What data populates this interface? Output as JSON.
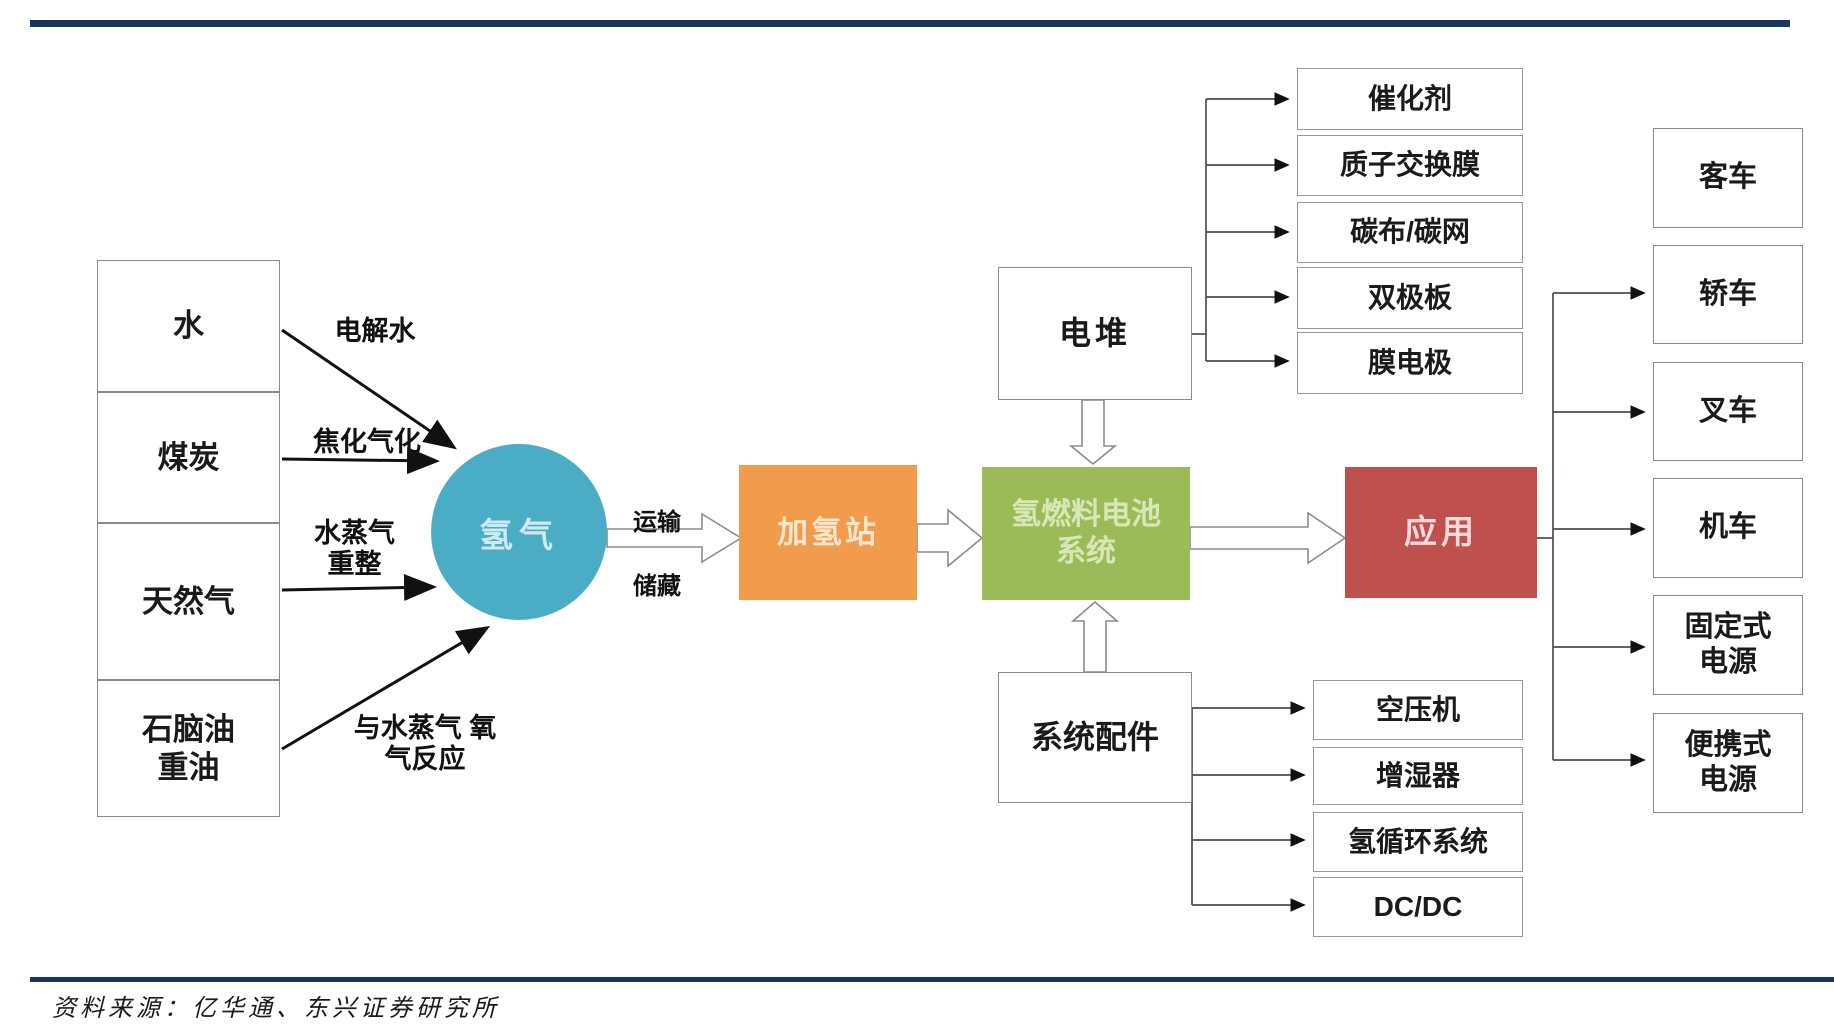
{
  "sources": [
    {
      "label": "水"
    },
    {
      "label": "煤炭"
    },
    {
      "label": "天然气"
    },
    {
      "label": "石脑油\n重油"
    }
  ],
  "process_labels": [
    {
      "label": "电解水"
    },
    {
      "label": "焦化气化"
    },
    {
      "label": "水蒸气\n重整"
    },
    {
      "label": "与水蒸气 氧\n气反应"
    }
  ],
  "hydrogen": {
    "label": "氢气"
  },
  "transport_labels": [
    {
      "label": "运输"
    },
    {
      "label": "储藏"
    }
  ],
  "station": {
    "label": "加氢站"
  },
  "fuel_cell_system": {
    "label": "氢燃料电池\n系统"
  },
  "stack": {
    "label": "电堆"
  },
  "stack_components": [
    {
      "label": "催化剂"
    },
    {
      "label": "质子交换膜"
    },
    {
      "label": "碳布/碳网"
    },
    {
      "label": "双极板"
    },
    {
      "label": "膜电极"
    }
  ],
  "accessories": {
    "label": "系统配件"
  },
  "accessory_components": [
    {
      "label": "空压机"
    },
    {
      "label": "增湿器"
    },
    {
      "label": "氢循环系统"
    },
    {
      "label": "DC/DC"
    }
  ],
  "application": {
    "label": "应用"
  },
  "applications": [
    {
      "label": "客车"
    },
    {
      "label": "轿车"
    },
    {
      "label": "叉车"
    },
    {
      "label": "机车"
    },
    {
      "label": "固定式\n电源"
    },
    {
      "label": "便携式\n电源"
    }
  ],
  "footer": {
    "source_note": "资料来源：亿华通、东兴证券研究所"
  },
  "colors": {
    "hydrogen_circle": "#4BACC6",
    "station_box": "#F09C4C",
    "fuel_cell_box": "#9BBB59",
    "application_box": "#C0504D",
    "rule_line": "#17375E",
    "arrow_black": "#111111",
    "connector_gray": "#4d4d4d"
  }
}
